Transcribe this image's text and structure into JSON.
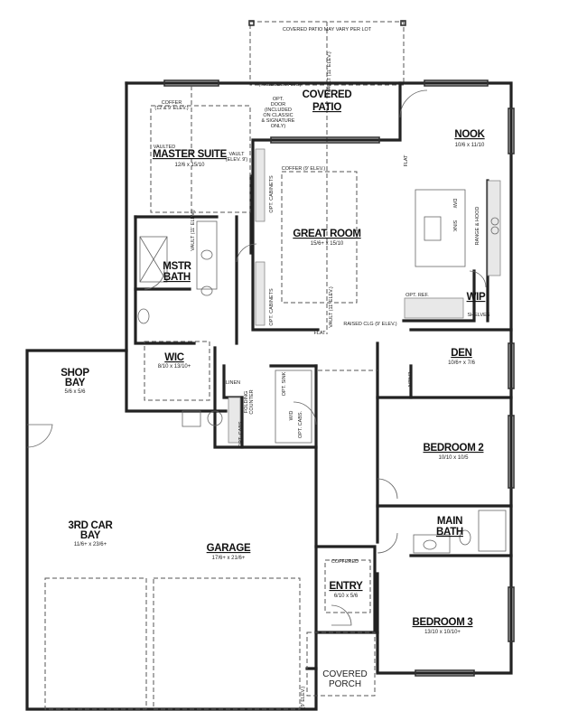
{
  "plan": {
    "covered_patio_note": "COVERED PATIO MAY VARY PER LOT",
    "patio_vault": "VAULT (11' ELEV.)",
    "prelude_patio": "(PRELUDE PATIO)",
    "opt_door": [
      "OPT.",
      "DOOR",
      "(INCLUDED",
      "ON CLASSIC",
      "& SIGNATURE",
      "ONLY)"
    ],
    "rooms": {
      "covered_patio": {
        "line1": "COVERED",
        "line2": "PATIO"
      },
      "master_suite": {
        "prefix": "VAULTED",
        "name": "MASTER SUITE",
        "dims": "12/6 x 15/10",
        "coffer": "COFFER",
        "coffer_elev": "(12 & 9' ELEV.)",
        "vault": "VAULT",
        "vault_elev": "(ELEV. 9')",
        "vault_side": "VAULT (11' ELEV.)"
      },
      "nook": {
        "name": "NOOK",
        "dims": "10/6 x 11/10",
        "flat": "FLAT"
      },
      "great_room": {
        "name": "GREAT ROOM",
        "dims": "15/6+ x 15/10",
        "coffer": "COFFER (9' ELEV.)",
        "opt_cabinets": "OPT. CABINETS",
        "vault": "VAULT (11' ELEV.)",
        "flat": "FLAT",
        "raised_clg": "RAISED CLG (9' ELEV.)"
      },
      "kitchen": {
        "dw": "D/W",
        "sink": "SINK",
        "range": "RANGE & HOOD",
        "opt_ref": "OPT. REF."
      },
      "wip": {
        "name": "WIP",
        "shelves": "SHELVES"
      },
      "mstr_bath": {
        "line1": "MSTR",
        "line2": "BATH"
      },
      "wic": {
        "name": "WIC",
        "dims": "8/10 x 13/10+"
      },
      "laundry": {
        "linen": "LINEN",
        "folding": "FOLDING",
        "counter": "COUNTER",
        "opt_cabs": "OPT. CABS.",
        "opt_sink": "OPT. SINK",
        "wd": "W/D",
        "wd_cabs": "OPT. CABS."
      },
      "shop_bay": {
        "line1": "SHOP",
        "line2": "BAY",
        "dims": "5/6 x 5/6"
      },
      "third_car_bay": {
        "line1": "3RD CAR",
        "line2": "BAY",
        "dims": "11/6+ x 23/6+"
      },
      "garage": {
        "name": "GARAGE",
        "dims": "17/6+ x 21/6+"
      },
      "den": {
        "name": "DEN",
        "dims": "10/6+ x 7/6",
        "linen": "LINEN"
      },
      "bedroom2": {
        "name": "BEDROOM 2",
        "dims": "10/10 x 10/5"
      },
      "main_bath": {
        "line1": "MAIN",
        "line2": "BATH"
      },
      "entry": {
        "coffered": "COFFERED",
        "name": "ENTRY",
        "dims": "6/10 x 5/6"
      },
      "bedroom3": {
        "name": "BEDROOM 3",
        "dims": "13/10 x 10/10+"
      },
      "covered_porch": {
        "line1": "COVERED",
        "line2": "PORCH",
        "elev": "(9' ELEV.)"
      }
    }
  }
}
